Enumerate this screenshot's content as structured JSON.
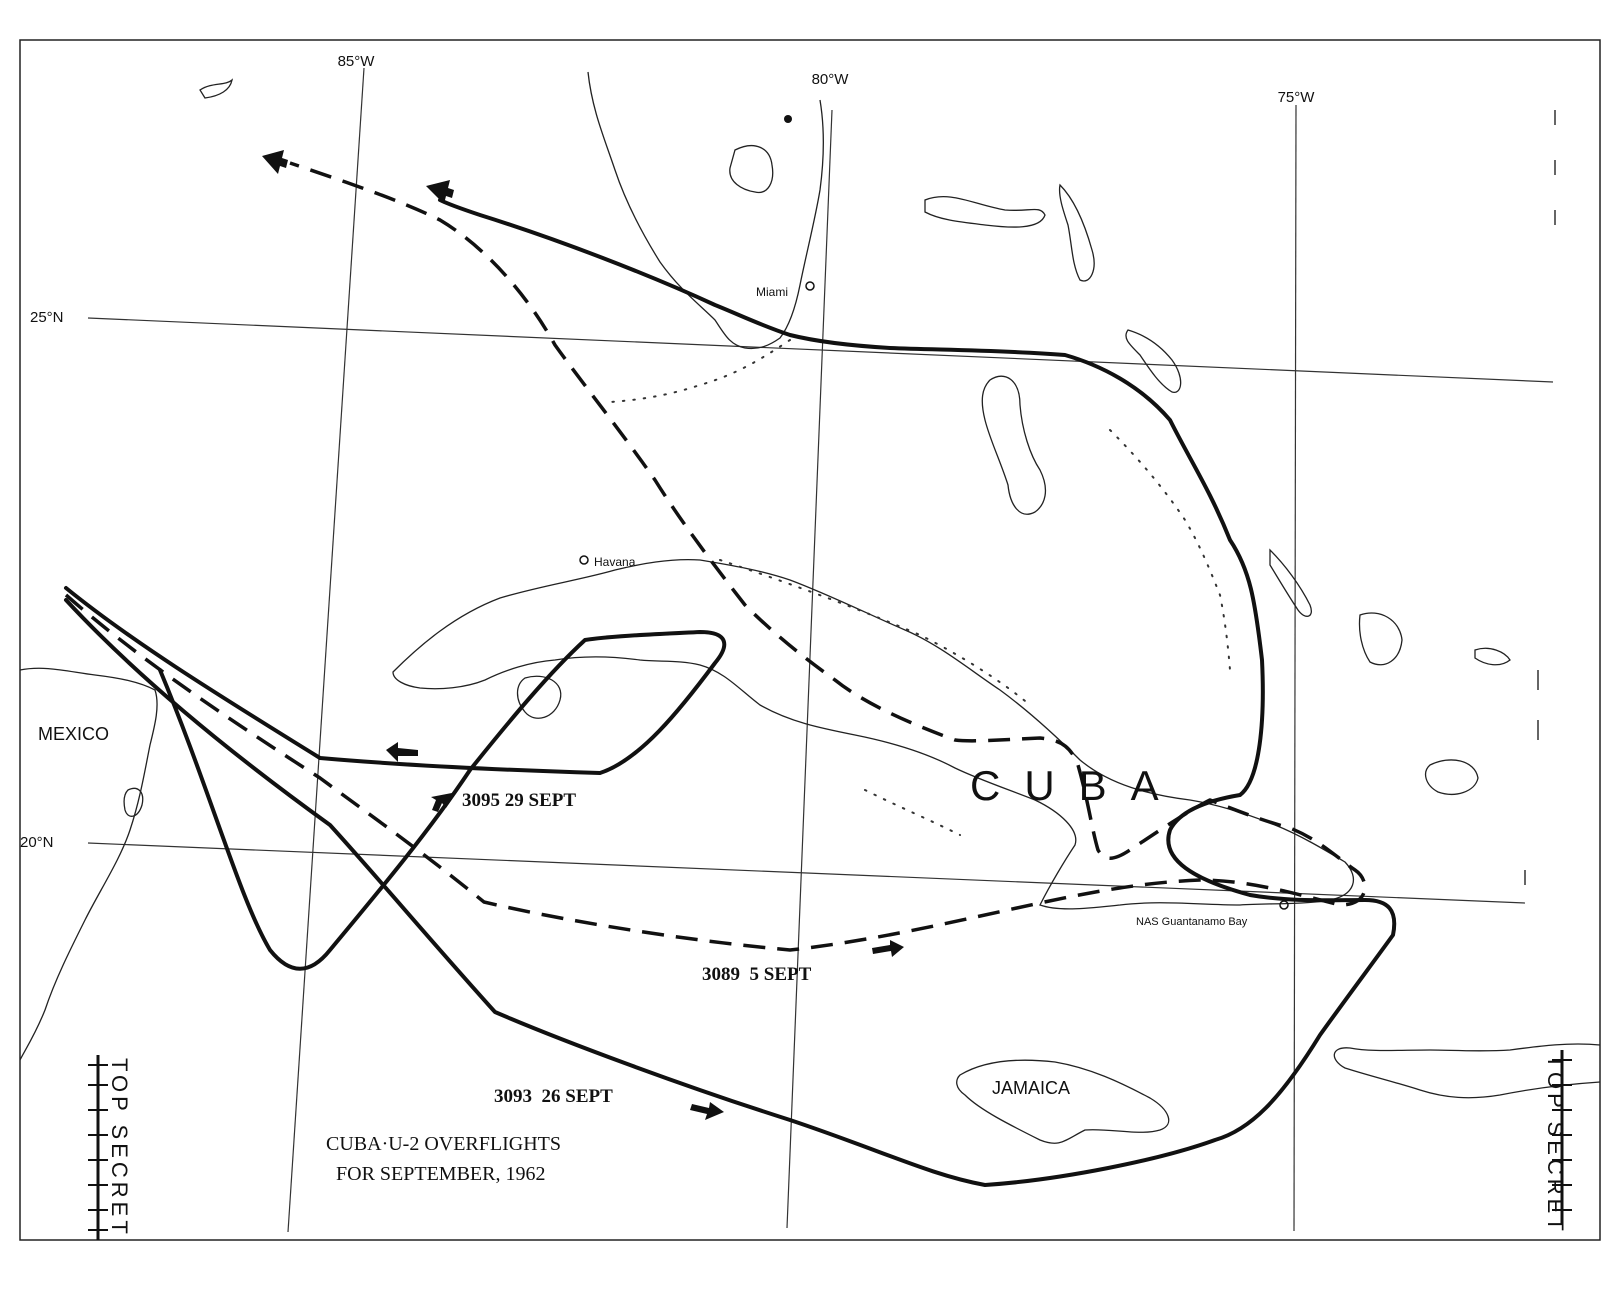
{
  "labels": {
    "lon_85": "85°W",
    "lon_80": "80°W",
    "lon_75": "75°W",
    "lat_25": "25°N",
    "lat_20": "20°N",
    "miami": "Miami",
    "havana": "Havana",
    "mexico": "MEXICO",
    "cuba": "CUBA",
    "jamaica": "JAMAICA",
    "guantanamo": "NAS Guantanamo Bay"
  },
  "flights": [
    {
      "mission": "3095",
      "date": "29 SEPT",
      "label": "3095 29 SEPT",
      "style": "solid"
    },
    {
      "mission": "3089",
      "date": "5 SEPT",
      "label": "3089  5 SEPT",
      "style": "dashed"
    },
    {
      "mission": "3093",
      "date": "26 SEPT",
      "label": "3093  26 SEPT",
      "style": "solid"
    }
  ],
  "title": {
    "line1": "CUBA·U-2 OVERFLIGHTS",
    "line2": "FOR SEPTEMBER, 1962"
  },
  "stamps": {
    "left": "TOP SECRET",
    "right": "TOP SECRET"
  }
}
